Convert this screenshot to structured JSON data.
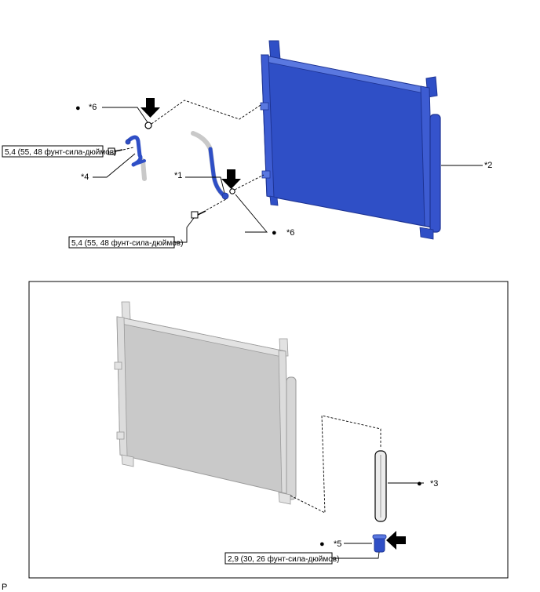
{
  "callouts": {
    "c1": "*1",
    "c2": "*2",
    "c3": "*3",
    "c4": "*4",
    "c5": "*5",
    "c6a": "*6",
    "c6b": "*6"
  },
  "torques": {
    "t1": "5,4 (55, 48 фунт-сила-дюймов)",
    "t2": "5,4 (55, 48 фунт-сила-дюймов)",
    "t3": "2,9 (30, 26 фунт-сила-дюймов)"
  },
  "marker": "●",
  "footer_code": "P",
  "colors": {
    "part_blue": "#2f4fc6",
    "part_blue_dark": "#1e3494",
    "part_blue_light": "#5a78e0",
    "ghost_gray": "#c9c9c9",
    "ghost_gray_dark": "#9a9a9a",
    "ink": "#000000"
  }
}
